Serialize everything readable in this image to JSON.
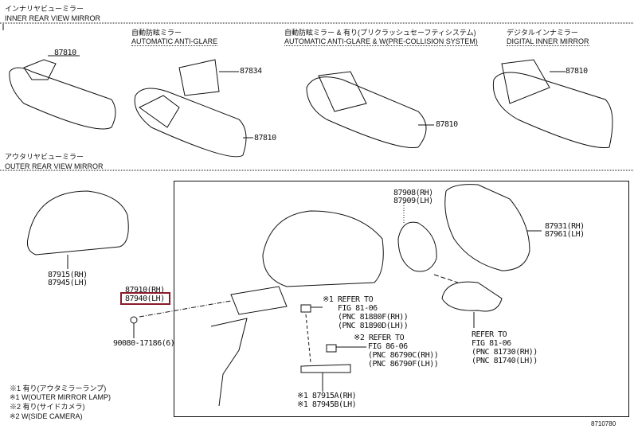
{
  "inner": {
    "title_jp": "インナリヤビューミラー",
    "title_en": "INNER REAR VIEW MIRROR",
    "groups": [
      {
        "jp": "自動防眩ミラー",
        "en": "AUTOMATIC ANTI-GLARE"
      },
      {
        "jp": "自動防眩ミラー & 有り(プリクラッシュセーフティシステム)",
        "en": "AUTOMATIC ANTI-GLARE & W(PRE-COLLISION SYSTEM)"
      },
      {
        "jp": "デジタルインナミラー",
        "en": "DIGITAL INNER MIRROR"
      }
    ],
    "parts": [
      "87810",
      "87834",
      "87810",
      "87810",
      "87810"
    ]
  },
  "outer": {
    "title_jp": "アウタリヤビューミラー",
    "title_en": "OUTER REAR VIEW MIRROR",
    "cover": [
      "87915(RH)",
      "87945(LH)"
    ],
    "assy": [
      "87910(RH)",
      "87940(LH)"
    ],
    "screw": "90080-17186(6)",
    "actuator": [
      "87908(RH)",
      "87909(LH)"
    ],
    "glass": [
      "87931(RH)",
      "87961(LH)"
    ],
    "lamp_ref": [
      "※1 REFER TO",
      "FIG 81-06",
      "(PNC 81880F(RH))",
      "(PNC 81890D(LH))"
    ],
    "camera_ref": [
      "※2 REFER TO",
      "FIG 86-06",
      "(PNC 86790C(RH))",
      "(PNC 86790F(LH))"
    ],
    "turn_ref": [
      "REFER TO",
      "FIG 81-06",
      "(PNC 81730(RH))",
      "(PNC 81740(LH))"
    ],
    "base": [
      "※1 87915A(RH)",
      "※1 87945B(LH)"
    ]
  },
  "notes": [
    "※1 有り(アウタミラーランプ)",
    "※1 W(OUTER MIRROR LAMP)",
    "※2 有り(サイドカメラ)",
    "※2 W(SIDE CAMERA)"
  ],
  "figure_code": "8710780"
}
